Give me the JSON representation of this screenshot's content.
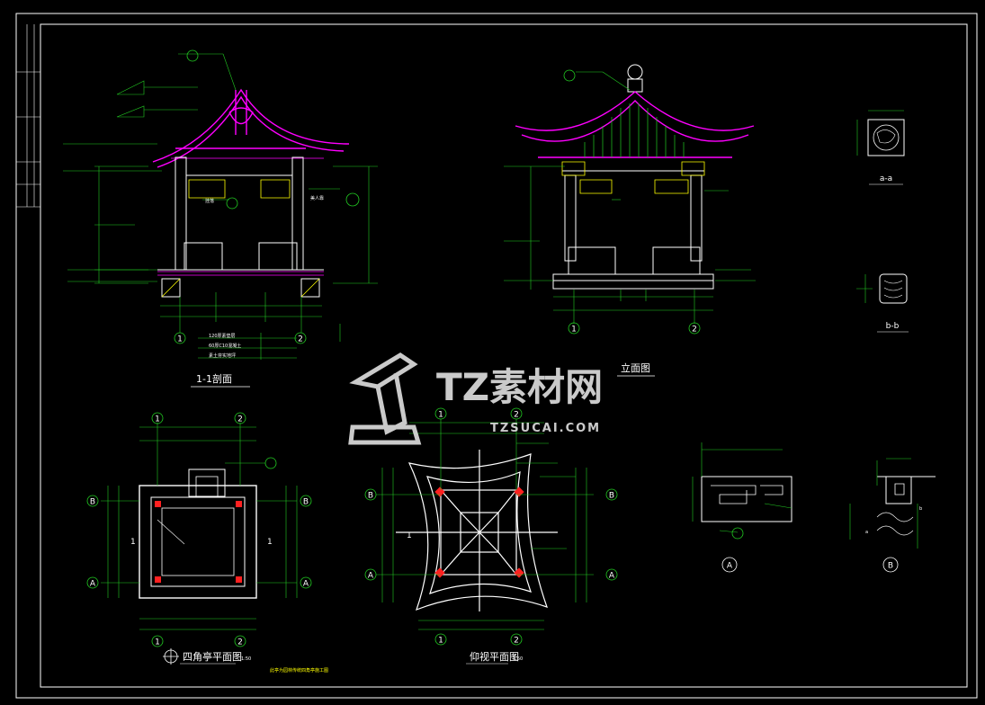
{
  "drawing": {
    "section_title": "1-1剖面",
    "elevation_title": "立面图",
    "base_plan_title": "四角亭平面图",
    "roof_plan_title": "仰视平面图",
    "detail_aa": "a-a",
    "detail_bb": "b-b",
    "detail_A": "A",
    "detail_B": "B",
    "grid_1": "1",
    "grid_2": "2",
    "grid_A": "A",
    "grid_B": "B",
    "cut_mark": "1",
    "callout_label": "美人靠",
    "callout_label2": "挂落",
    "small_label_a": "a",
    "small_label_b": "b",
    "foundation_1": "120厚素垫层",
    "foundation_2": "60厚C10混凝土",
    "foundation_3": "素土夯实地坪",
    "scale": "1:50",
    "note": "此亭为园林传统四角亭施工图",
    "watermark_main": "TZ素材网",
    "watermark_sub": "TZSUCAI.COM"
  },
  "colors": {
    "background": "#000000",
    "frame": "#ffffff",
    "dimension": "#22cc22",
    "roof": "#ff00ff",
    "structure": "#ffffff",
    "accent": "#ff2020",
    "yellow": "#ffff00"
  }
}
